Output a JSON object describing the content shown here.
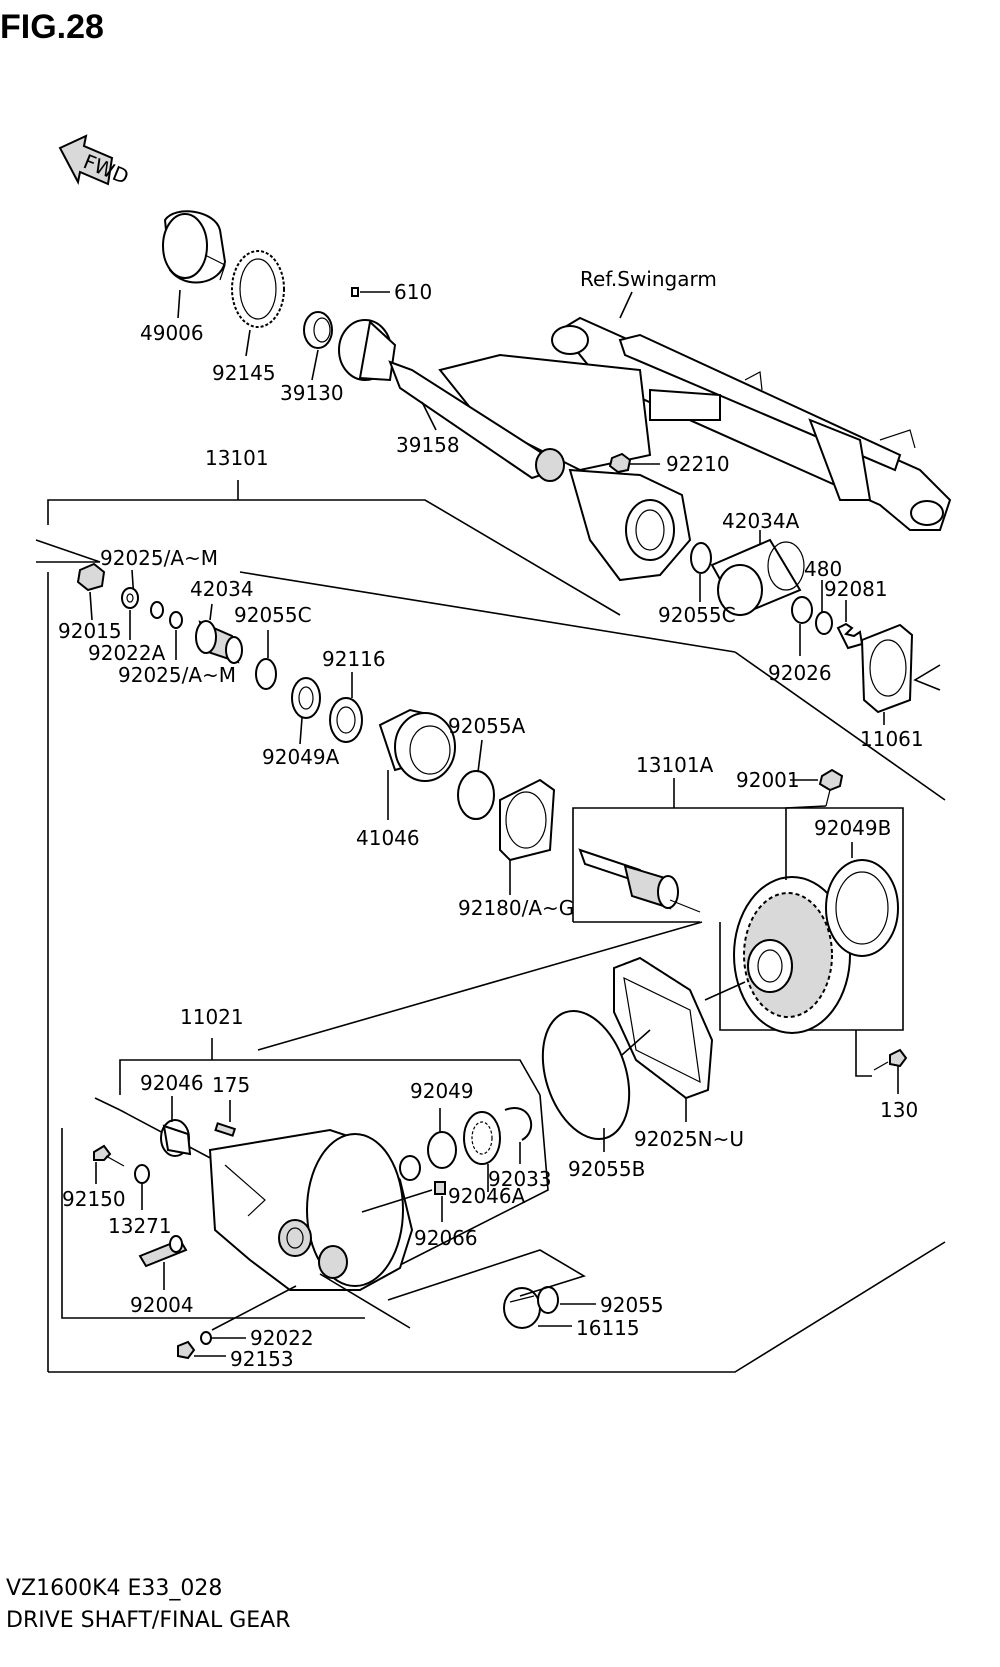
{
  "figure": {
    "title": "FIG.28",
    "fwd_label": "FWD",
    "ref_label": "Ref.Swingarm"
  },
  "parts": [
    "49006",
    "92145",
    "39130",
    "610",
    "39158",
    "92210",
    "13101",
    "92025/A~M",
    "92015",
    "92022A",
    "92025/A~M",
    "42034",
    "92055C",
    "92116",
    "92049A",
    "41046",
    "92055A",
    "42034A",
    "92055C",
    "480",
    "92081",
    "92026",
    "11061",
    "13101A",
    "92001",
    "92049B",
    "92180/A~G",
    "11021",
    "92046",
    "175",
    "92049",
    "92033",
    "92046A",
    "92066",
    "92055B",
    "92025N~U",
    "130",
    "92150",
    "13271",
    "92004",
    "92022",
    "92153",
    "92055",
    "16115"
  ],
  "footer": {
    "model": "VZ1600K4 E33_028",
    "caption": "DRIVE SHAFT/FINAL GEAR"
  }
}
